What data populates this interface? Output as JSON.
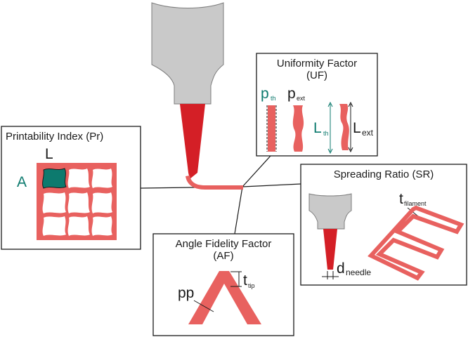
{
  "panels": {
    "uniformity": {
      "title_line1": "Uniformity Factor",
      "title_line2": "(UF)",
      "p_th": "p",
      "p_th_sub": "th",
      "p_ext": "p",
      "p_ext_sub": "ext",
      "L_th": "L",
      "L_th_sub": "th",
      "L_ext": "L",
      "L_ext_sub": "ext"
    },
    "printability": {
      "title": "Printability Index (Pr)",
      "L": "L",
      "A": "A"
    },
    "spreading": {
      "title": "Spreading Ratio (SR)",
      "t": "t",
      "t_sub": "filament",
      "d": "d",
      "d_sub": "needle"
    },
    "angle": {
      "title_line1": "Angle Fidelity Factor",
      "title_line2": "(AF)",
      "pp": "pp",
      "t": "t",
      "t_sub": "tip"
    }
  },
  "colors": {
    "nozzle_tip": "#d41f26",
    "filament": "#e8615f",
    "nozzle_body": "#c9c9c9",
    "area_fill": "#0d7a6e",
    "teal_text": "#0d7a6e"
  }
}
